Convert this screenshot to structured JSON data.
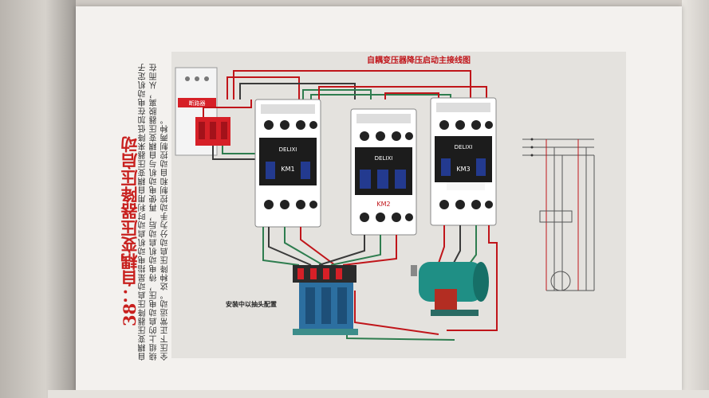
{
  "figure_title": "自耦变压器降压启动主接线图",
  "section_title": "38：自耦变压器降压启动",
  "body_lines": [
    "自耦变压器降压启动是指电动机启动时利用自耦变压器来降低加在电动机定子",
    "绕组上的启动电压，待电动机启动后，再使电动机与自耦变压器脱离，从而在",
    "全压下正常运动。这种降压启动分为手动控制和自动控制两种。"
  ],
  "contactor_labels": [
    "KM1",
    "KM2",
    "KM3"
  ],
  "contactor_brand": "DELIXI",
  "breaker_label": "断路器",
  "transformer_label": "安装中以抽头配置",
  "colors": {
    "wire_red": "#c0151a",
    "wire_green": "#2e7d4f",
    "wire_dark": "#3a3a3a",
    "breaker_red": "#d62027",
    "contactor_body": "#ffffff",
    "contactor_panel": "#1c1c1c",
    "transformer": "#2c6fa0",
    "motor": "#1f8f85"
  }
}
